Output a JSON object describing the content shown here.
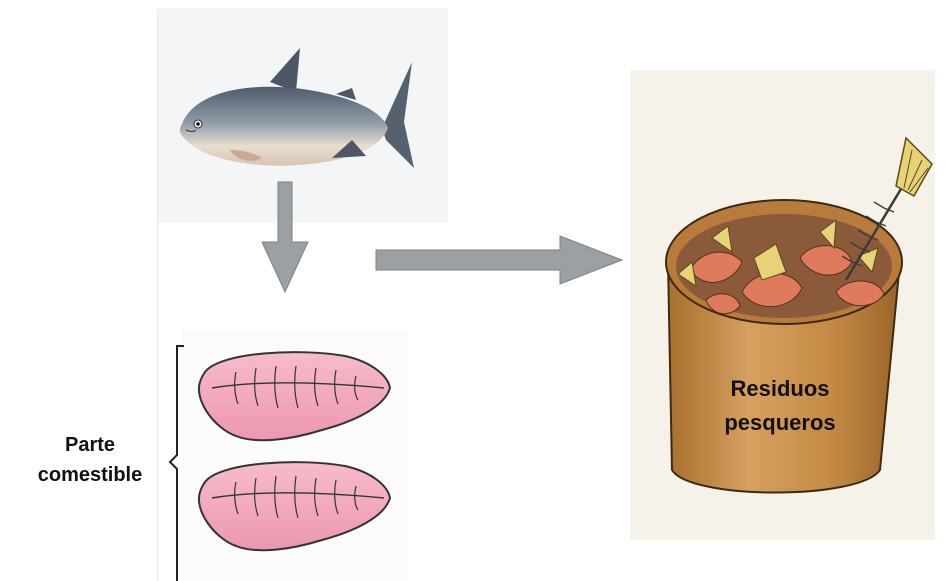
{
  "labels": {
    "edible_line1": "Parte",
    "edible_line2": "comestible",
    "waste_line1": "Residuos",
    "waste_line2": "pesqueros"
  },
  "colors": {
    "arrow": "#9aa0a3",
    "fillet": "#f2a9bb",
    "bin": "#c98e4a",
    "fish_body": "#8a95a3",
    "fish_belly": "#e9dfd2"
  },
  "icons": [
    "fish-illustration",
    "fillet-illustration",
    "waste-bin-illustration",
    "fish-bone-icon"
  ]
}
